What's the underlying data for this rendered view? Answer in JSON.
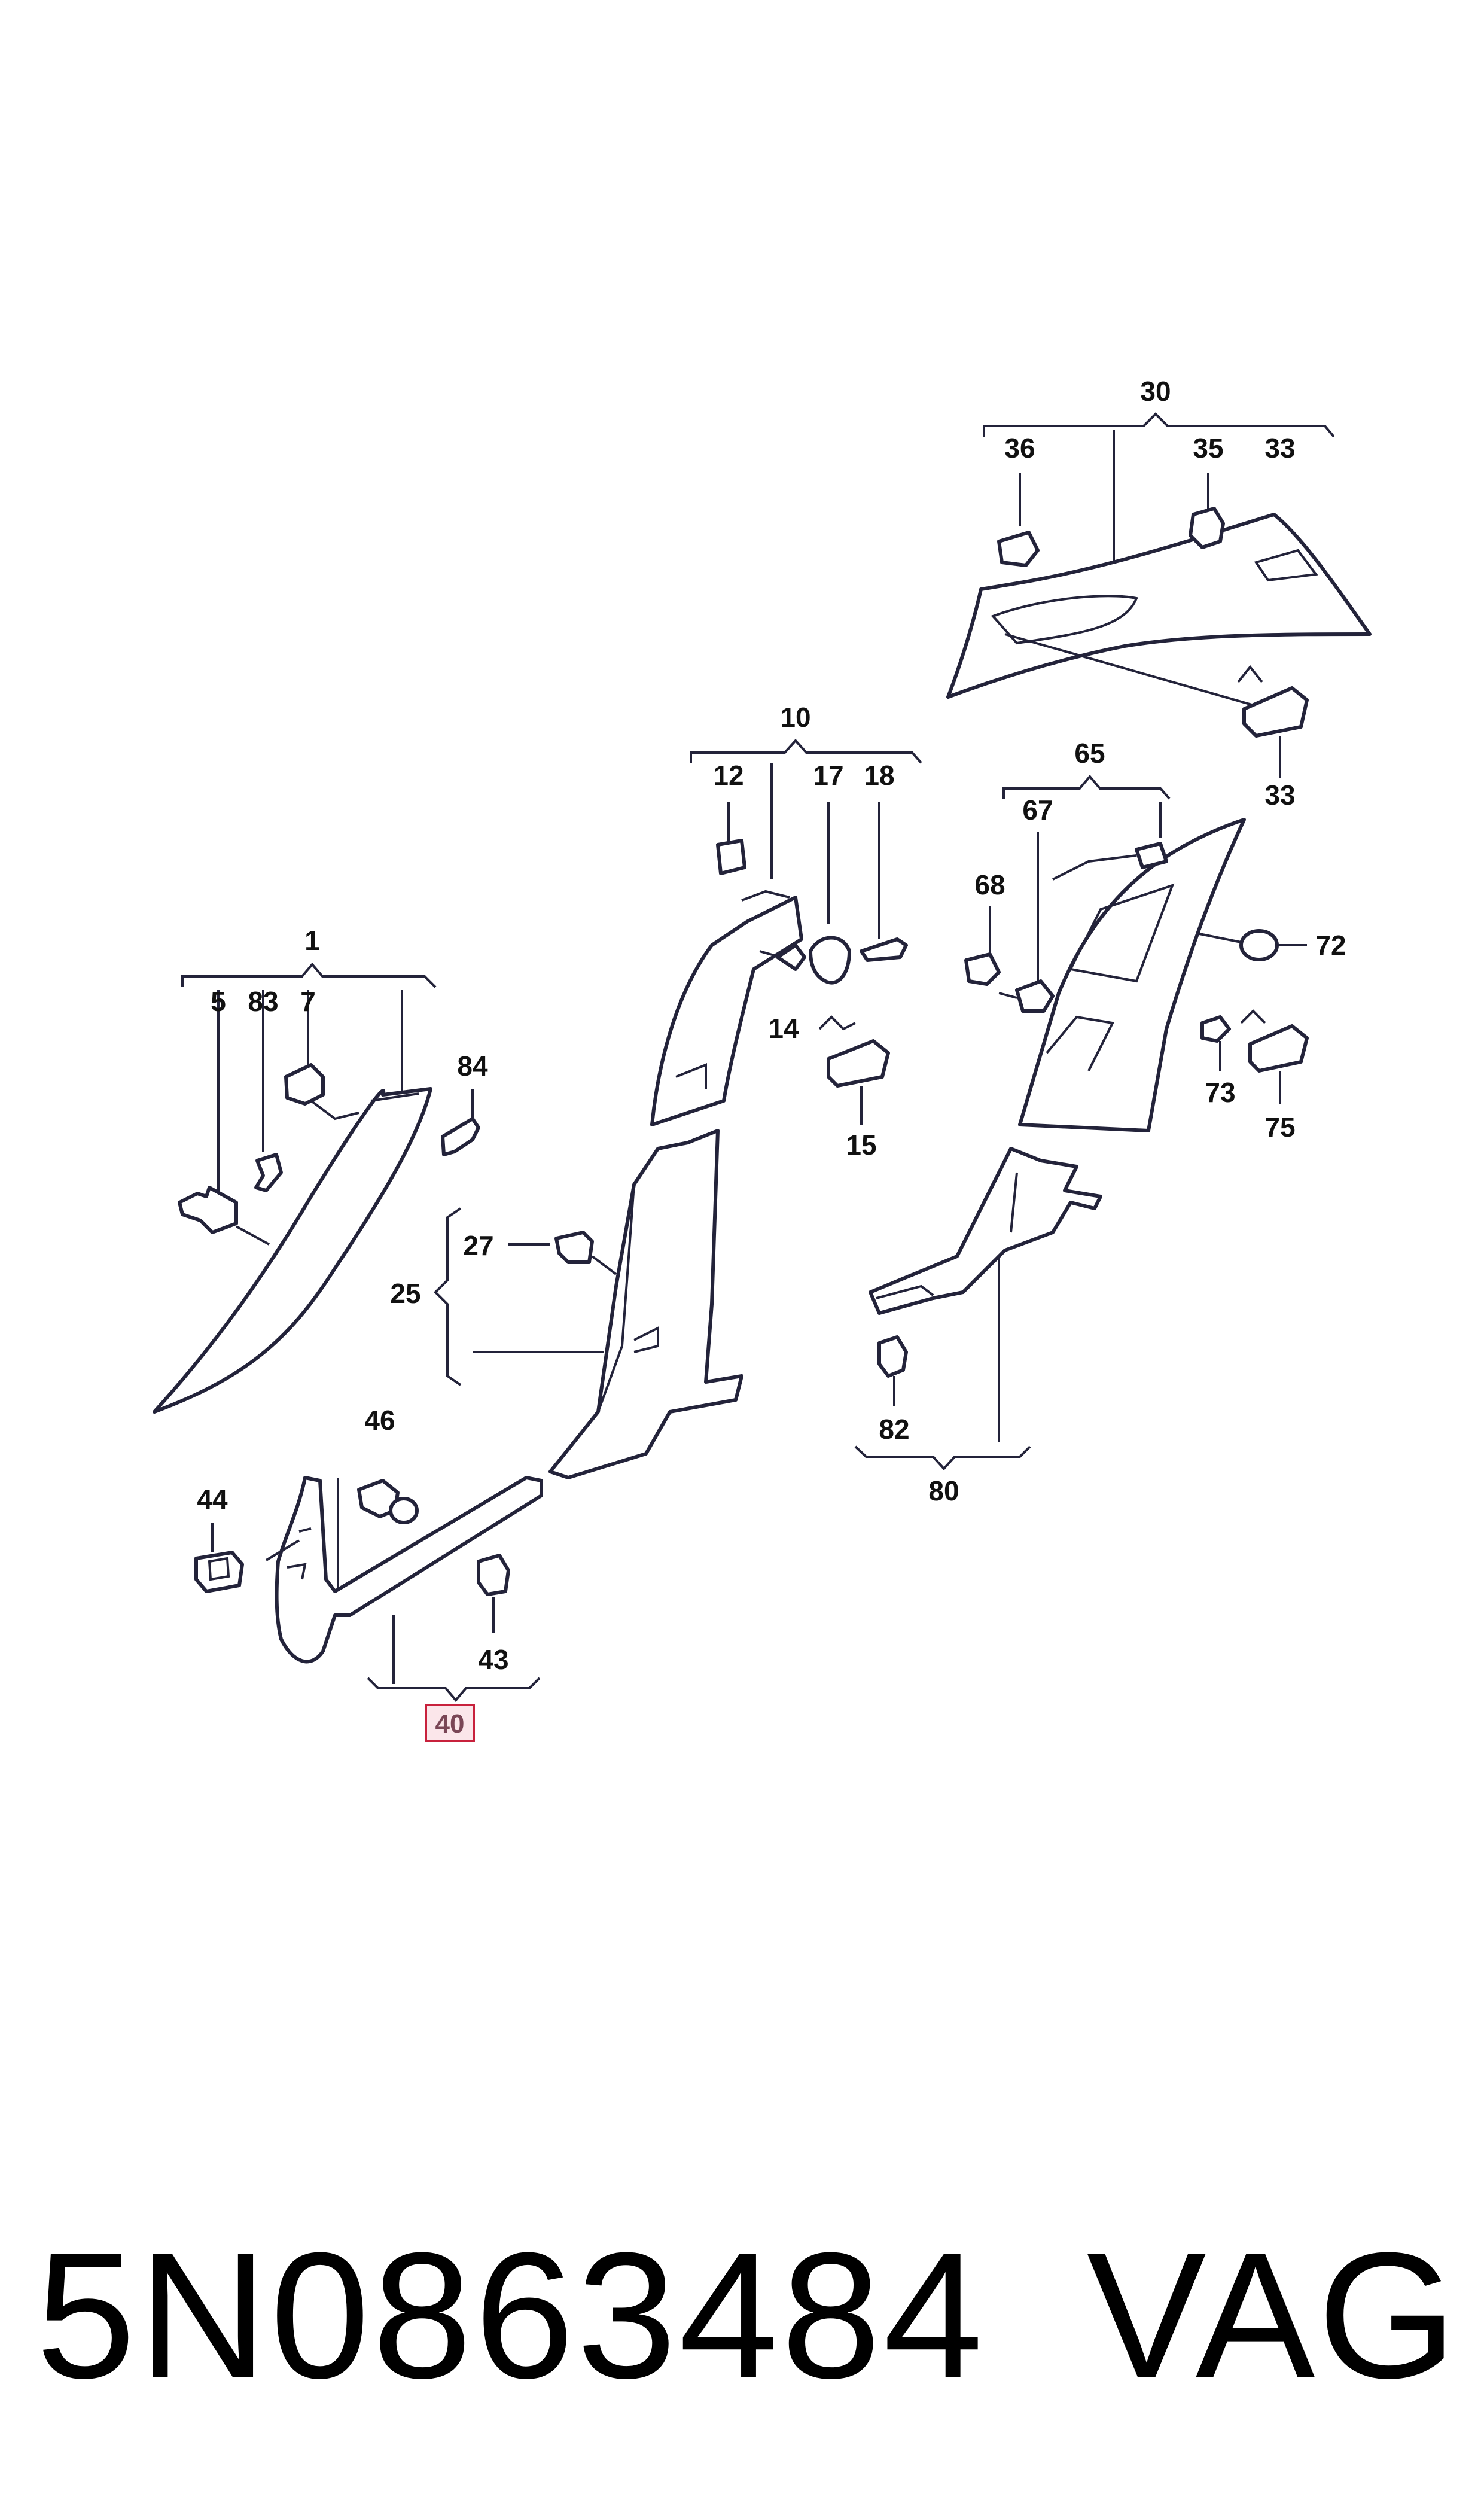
{
  "diagram": {
    "callouts": {
      "c1": "1",
      "c5": "5",
      "c83": "83",
      "c7": "7",
      "c84": "84",
      "c10": "10",
      "c12": "12",
      "c17": "17",
      "c18": "18",
      "c14": "14",
      "c15": "15",
      "c25": "25",
      "c27": "27",
      "c30": "30",
      "c36": "36",
      "c35": "35",
      "c33a": "33",
      "c33b": "33",
      "c65": "65",
      "c67": "67",
      "c68": "68",
      "c72": "72",
      "c73": "73",
      "c75": "75",
      "c80": "80",
      "c82": "82",
      "c46": "46",
      "c44": "44",
      "c43": "43",
      "c40": "40"
    },
    "highlighted_callout": "40",
    "highlight_color": "#c8213c",
    "line_color": "#23233a"
  },
  "footer": {
    "part_number": "5N0863484",
    "brand": "VAG"
  }
}
